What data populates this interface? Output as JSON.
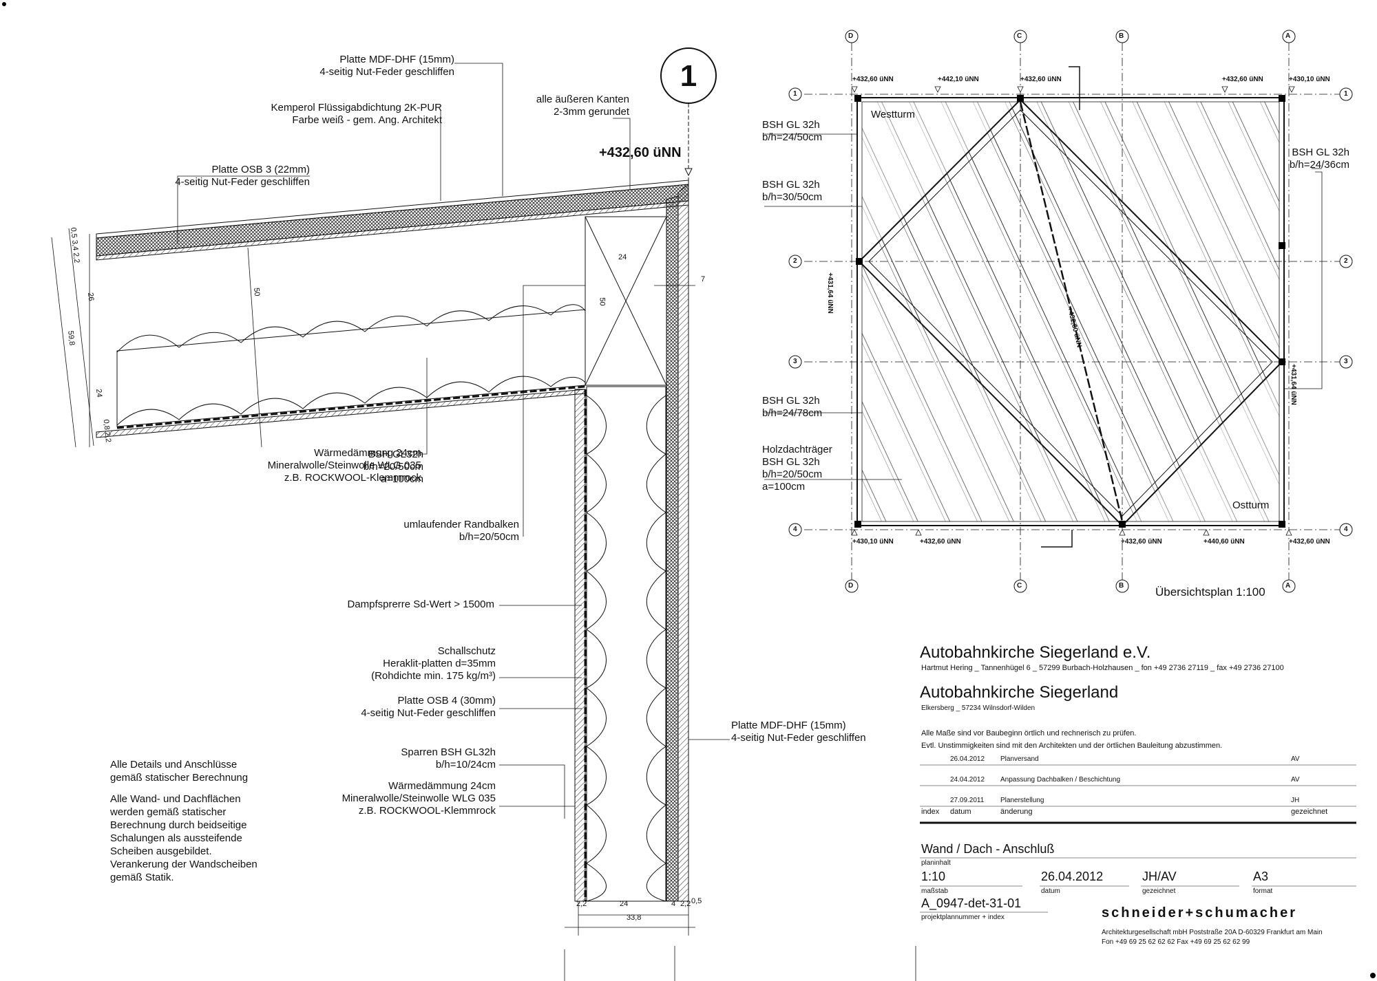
{
  "detail": {
    "number": "1",
    "level": "+432,60 üNN",
    "labels": {
      "mdf_top": "Platte MDF-DHF (15mm)",
      "mdf_top_2": "4-seitig Nut-Feder geschliffen",
      "kemperol": "Kemperol Flüssigabdichtung 2K-PUR",
      "kemperol_2": "Farbe weiß - gem. Ang. Architekt",
      "kanten": "alle äußeren Kanten",
      "kanten_2": "2-3mm gerundet",
      "osb3": "Platte OSB 3 (22mm)",
      "osb3_2": "4-seitig Nut-Feder geschliffen",
      "bsh_beam": "BSH GL32h",
      "bsh_beam_2": "b/h=20/50cm",
      "bsh_beam_3": "a=100cm",
      "insul_roof": "Wärmedämmung 24cm",
      "insul_roof_2": "Mineralwolle/Steinwolle WLG 035",
      "insul_roof_3": "z.B. ROCKWOOL-Klemmrock",
      "randbalken": "umlaufender Randbalken",
      "randbalken_2": "b/h=20/50cm",
      "dampf": "Dampfsprerre Sd-Wert > 1500m",
      "schall": "Schallschutz",
      "schall_2": "Heraklit-platten d=35mm",
      "schall_3": "(Rohdichte min. 175 kg/m³)",
      "osb4": "Platte OSB 4 (30mm)",
      "osb4_2": "4-seitig Nut-Feder geschliffen",
      "sparren": "Sparren BSH GL32h",
      "sparren_2": "b/h=10/24cm",
      "insul_wall": "Wärmedämmung 24cm",
      "insul_wall_2": "Mineralwolle/Steinwolle WLG 035",
      "insul_wall_3": "z.B. ROCKWOOL-Klemmrock",
      "mdf_wall": "Platte MDF-DHF (15mm)",
      "mdf_wall_2": "4-seitig Nut-Feder geschliffen"
    },
    "dims": {
      "d1": "0,5",
      "d2": "3,4",
      "d3": "2,2",
      "d4": "26",
      "d5": "59,8",
      "d6": "24",
      "d7": "0,8",
      "d8": "2,2",
      "box_w": "24",
      "box_h": "50",
      "sheet": "7",
      "beam": "50",
      "b1": "2,2",
      "b2": "24",
      "b3": "4",
      "b4": "2,2",
      "b5": "0,5",
      "b_total": "33,8"
    },
    "notes": [
      "Alle Details und Anschlüsse",
      "gemäß statischer Berechnung",
      "",
      "Alle Wand- und Dachflächen",
      "werden gemäß statischer",
      "Berechnung durch beidseitige",
      "Schalungen als aussteifende",
      "Scheiben ausgebildet.",
      "Verankerung der Wandscheiben",
      "gemäß Statik."
    ]
  },
  "plan": {
    "caption": "Übersichtsplan 1:100",
    "axes_cols": [
      "D",
      "C",
      "B",
      "A"
    ],
    "axes_rows": [
      "1",
      "2",
      "3",
      "4"
    ],
    "westturm": "Westturm",
    "ostturm": "Ostturm",
    "levels_top": [
      "+432,60 üNN",
      "+442,10 üNN",
      "+432,60 üNN",
      "+432,60 üNN",
      "+430,10 üNN"
    ],
    "levels_bottom": [
      "+430,10 üNN",
      "+432,60 üNN",
      "+432,60 üNN",
      "+440,60 üNN",
      "+432,60 üNN"
    ],
    "level_left": "+431,64 üNN",
    "level_right": "+431,64 üNN",
    "level_diag": "+432,60 üNN",
    "bsh1": "BSH GL 32h",
    "bsh1_2": "b/h=24/50cm",
    "bsh2": "BSH GL 32h",
    "bsh2_2": "b/h=30/50cm",
    "bsh3": "BSH GL 32h",
    "bsh3_2": "b/h=24/78cm",
    "holz": "Holzdachträger",
    "holz_2": "BSH GL 32h",
    "holz_3": "b/h=20/50cm",
    "holz_4": "a=100cm",
    "bsh_r": "BSH GL 32h",
    "bsh_r_2": "b/h=24/36cm"
  },
  "titleblock": {
    "client": "Autobahnkirche Siegerland e.V.",
    "client_addr": "Hartmut Hering _ Tannenhügel 6 _ 57299 Burbach-Holzhausen _ fon +49 2736 27119 _ fax +49 2736 27100",
    "project": "Autobahnkirche Siegerland",
    "project_addr": "Elkersberg _ 57234 Wilnsdorf-Wilden",
    "note1": "Alle Maße sind vor Baubeginn örtlich und rechnerisch zu prüfen.",
    "note2": "Evtl. Unstimmigkeiten sind mit den Architekten und der  örtlichen Bauleitung abzustimmen.",
    "revisions": [
      {
        "datum": "26.04.2012",
        "aenderung": "Planversand",
        "gez": "AV"
      },
      {
        "datum": "24.04.2012",
        "aenderung": "Anpassung Dachbalken / Beschichtung",
        "gez": "AV"
      },
      {
        "datum": "27.09.2011",
        "aenderung": "Planerstellung",
        "gez": "JH"
      }
    ],
    "hdr_index": "index",
    "hdr_datum": "datum",
    "hdr_aenderung": "änderung",
    "hdr_gez": "gezeichnet",
    "plan_title": "Wand / Dach - Anschluß",
    "plan_title_lbl": "planinhalt",
    "massstab": "1:10",
    "massstab_lbl": "maßstab",
    "datum": "26.04.2012",
    "datum_lbl": "datum",
    "gezeichnet": "JH/AV",
    "gezeichnet_lbl": "gezeichnet",
    "format": "A3",
    "format_lbl": "format",
    "plannr": "A_0947-det-31-01",
    "plannr_lbl": "projektplannummer + index",
    "office": "schneider+schumacher",
    "office_1": "Architekturgesellschaft mbH    Poststraße 20A    D-60329 Frankfurt am Main",
    "office_2": "Fon +49 69 25 62 62 62   Fax +49 69 25 62 62 99"
  }
}
